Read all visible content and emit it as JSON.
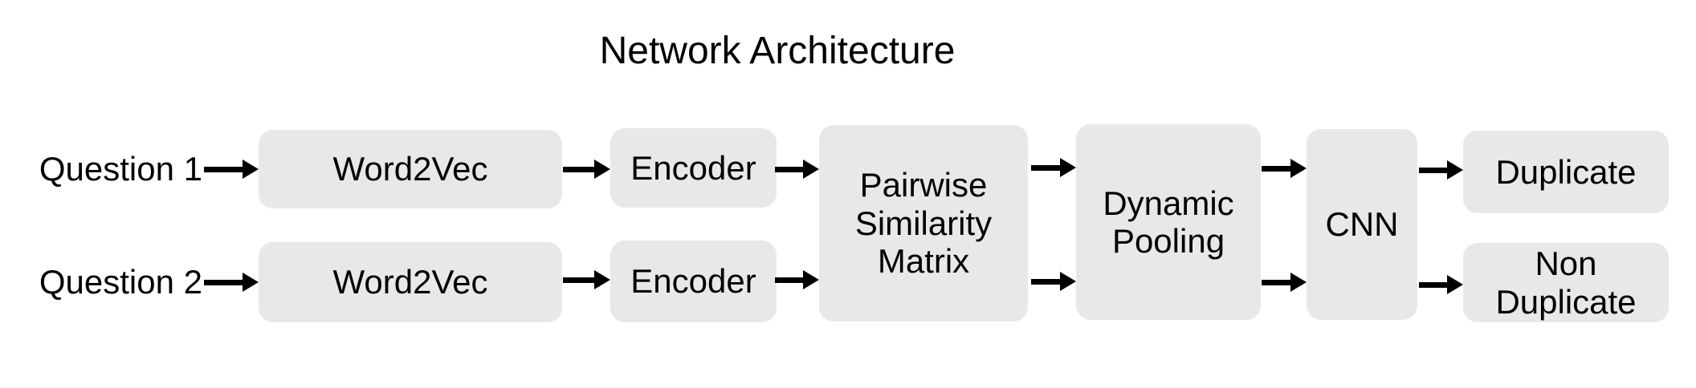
{
  "title": "Network Architecture",
  "colors": {
    "background": "#ffffff",
    "node_fill": "#e8e8e8",
    "text": "#000000",
    "arrow": "#000000"
  },
  "inputs": {
    "question1": "Question 1",
    "question2": "Question 2"
  },
  "nodes": {
    "word2vec_q1": "Word2Vec",
    "word2vec_q2": "Word2Vec",
    "encoder_q1": "Encoder",
    "encoder_q2": "Encoder",
    "pairwise_similarity_matrix": "Pairwise\nSimilarity\nMatrix",
    "dynamic_pooling": "Dynamic\nPooling",
    "cnn": "CNN",
    "duplicate": "Duplicate",
    "non_duplicate": "Non\nDuplicate"
  },
  "edges": [
    {
      "from": "question1",
      "to": "word2vec_q1"
    },
    {
      "from": "question2",
      "to": "word2vec_q2"
    },
    {
      "from": "word2vec_q1",
      "to": "encoder_q1"
    },
    {
      "from": "word2vec_q2",
      "to": "encoder_q2"
    },
    {
      "from": "encoder_q1",
      "to": "pairwise_similarity_matrix"
    },
    {
      "from": "encoder_q2",
      "to": "pairwise_similarity_matrix"
    },
    {
      "from": "pairwise_similarity_matrix",
      "to": "dynamic_pooling"
    },
    {
      "from": "pairwise_similarity_matrix",
      "to": "dynamic_pooling"
    },
    {
      "from": "dynamic_pooling",
      "to": "cnn"
    },
    {
      "from": "dynamic_pooling",
      "to": "cnn"
    },
    {
      "from": "cnn",
      "to": "duplicate"
    },
    {
      "from": "cnn",
      "to": "non_duplicate"
    }
  ]
}
